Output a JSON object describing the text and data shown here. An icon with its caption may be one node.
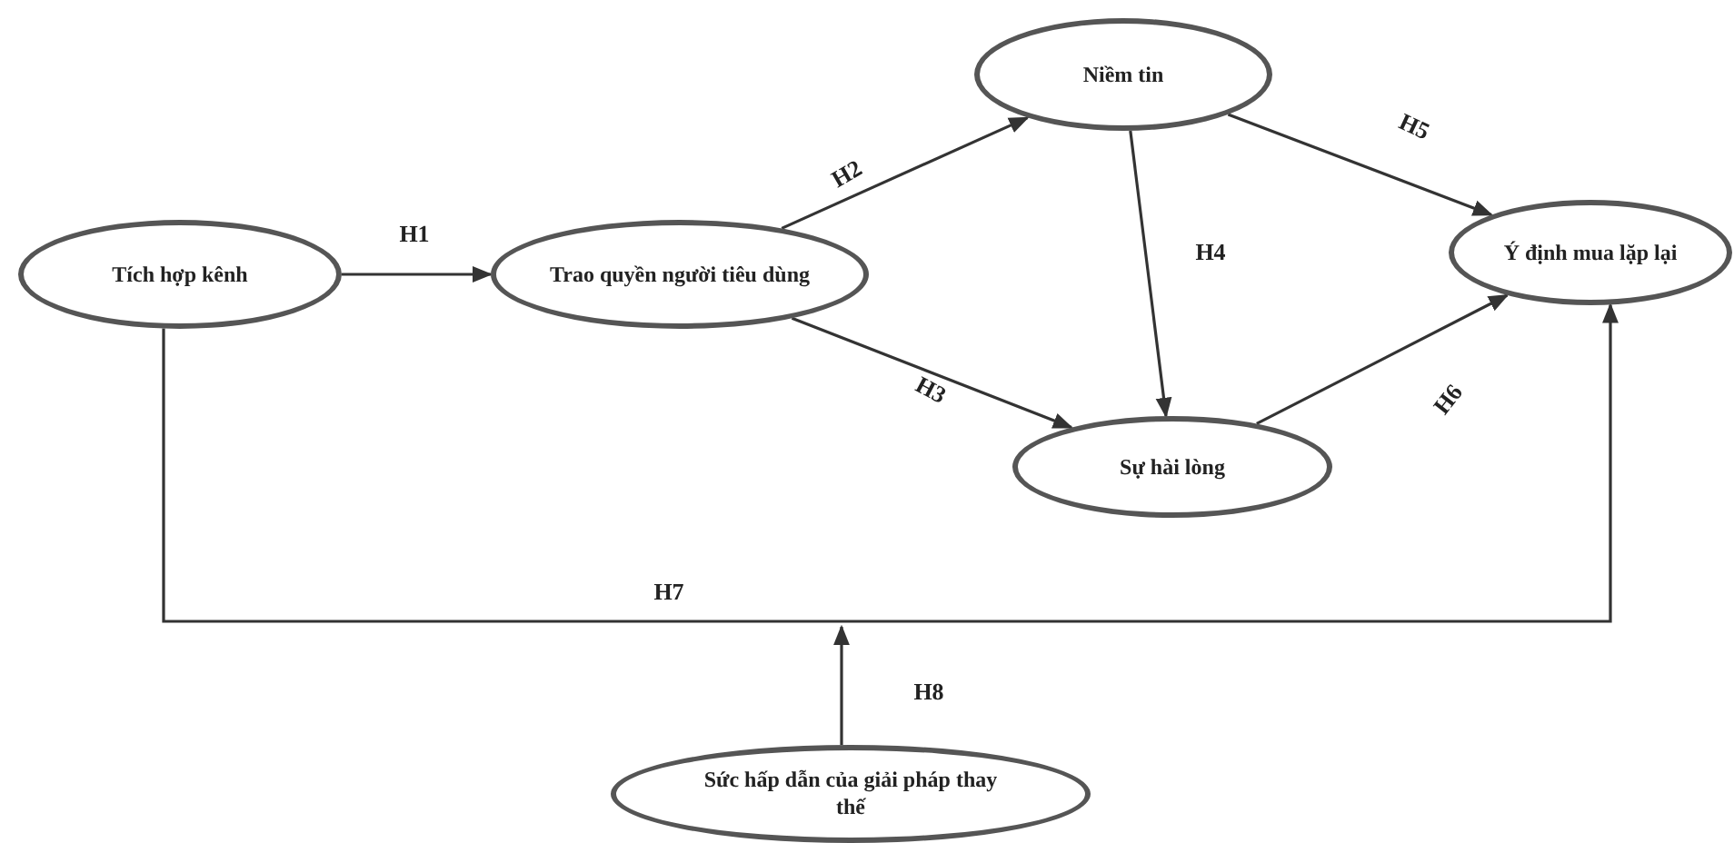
{
  "diagram": {
    "nodes": [
      {
        "text": [
          "Tích hợp kênh"
        ]
      },
      {
        "text": [
          "Trao quyền người tiêu dùng"
        ]
      },
      {
        "text": [
          "Niềm tin"
        ]
      },
      {
        "text": [
          "Ý định mua lặp lại"
        ]
      },
      {
        "text": [
          "Sự hài lòng"
        ]
      },
      {
        "text": [
          "Sức hấp dẫn của giải pháp thay thế"
        ]
      }
    ],
    "edges": [
      {
        "from": 0,
        "to": 1,
        "arrow": "to",
        "label": "H1"
      },
      {
        "from": 1,
        "to": 2,
        "arrow": "to",
        "label": "H2"
      },
      {
        "from": 1,
        "to": 4,
        "arrow": "to",
        "label": "H3"
      },
      {
        "from": 2,
        "to": 4,
        "arrow": "to",
        "label": "H4"
      },
      {
        "from": 2,
        "to": 3,
        "arrow": "to",
        "label": "H5"
      },
      {
        "from": 4,
        "to": 3,
        "arrow": "to",
        "label": "H6"
      },
      {
        "from": 0,
        "to": 3,
        "arrow": "to",
        "label": "H7"
      },
      {
        "from": 5,
        "to": null,
        "arrow": "to",
        "label": "H8"
      }
    ]
  }
}
